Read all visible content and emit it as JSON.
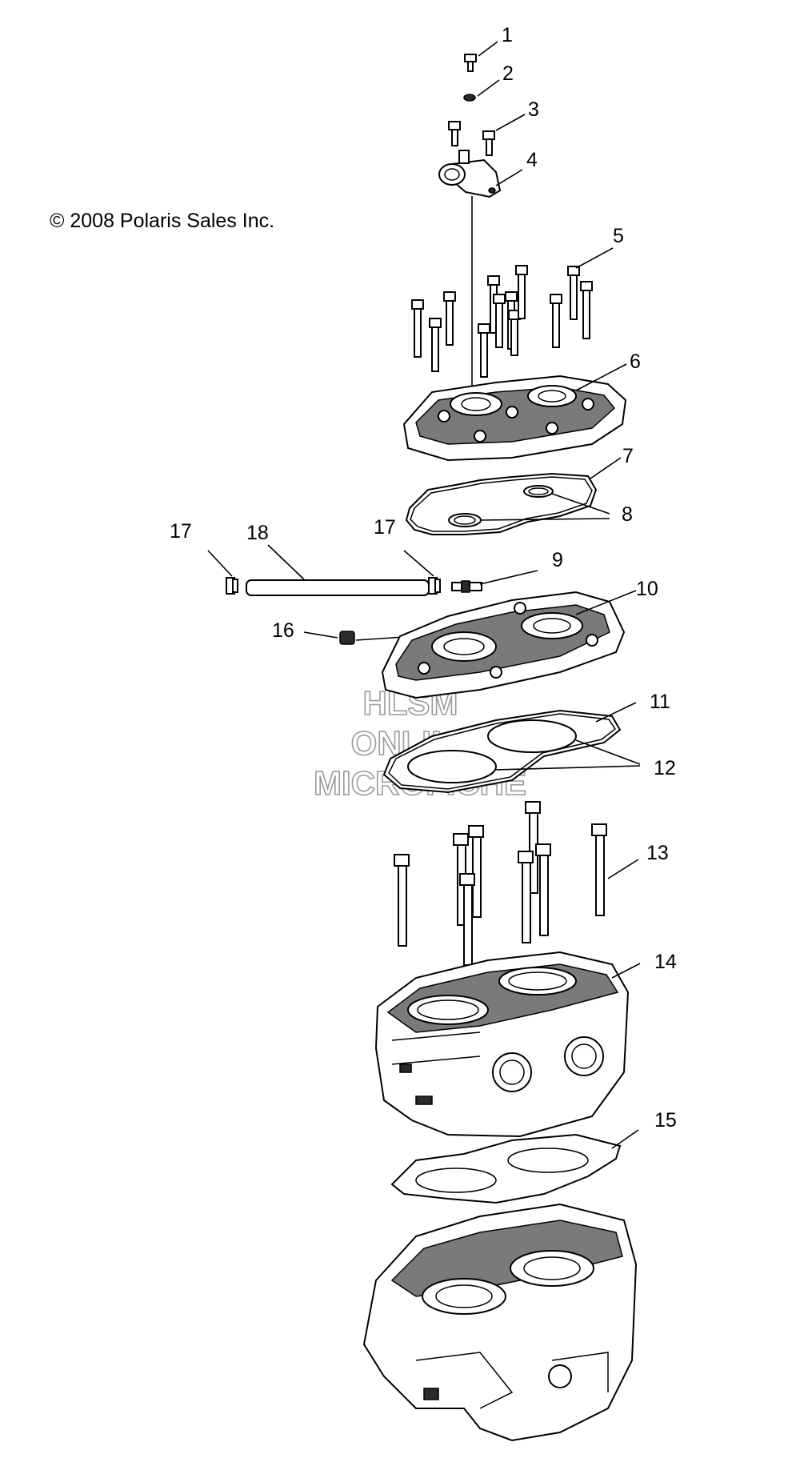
{
  "copyright": "© 2008 Polaris Sales Inc.",
  "watermark": {
    "line1": "HLSM",
    "line2": "ONLINE",
    "line3": "MICROFICHE"
  },
  "callouts": {
    "c1": "1",
    "c2": "2",
    "c3": "3",
    "c4": "4",
    "c5": "5",
    "c6": "6",
    "c7": "7",
    "c8": "8",
    "c9": "9",
    "c10": "10",
    "c11": "11",
    "c12": "12",
    "c13": "13",
    "c14": "14",
    "c15": "15",
    "c16": "16",
    "c17a": "17",
    "c17b": "17",
    "c18": "18"
  }
}
